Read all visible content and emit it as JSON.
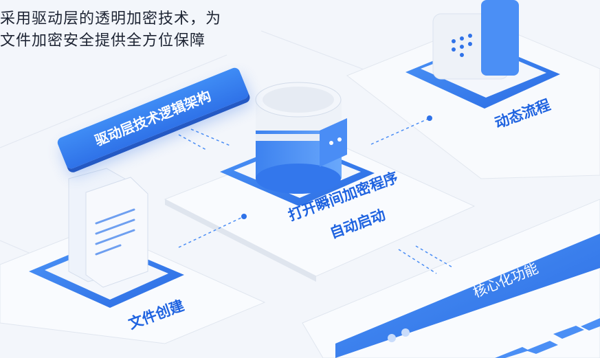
{
  "headline": {
    "line1": "采用驱动层的透明加密技术，为",
    "line2": "文件加密安全提供全方位保障"
  },
  "labels": {
    "architecture": "驱动层技术逻辑架构",
    "auto_start_line1": "打开瞬间加密程序",
    "auto_start_line2": "自动启动",
    "dynamic_flow": "动态流程",
    "file_create": "文件创建",
    "core_function": "核心化功能"
  },
  "colors": {
    "accent": "#2f72e8",
    "background": "#f3f6fb",
    "text": "#1d2433"
  }
}
